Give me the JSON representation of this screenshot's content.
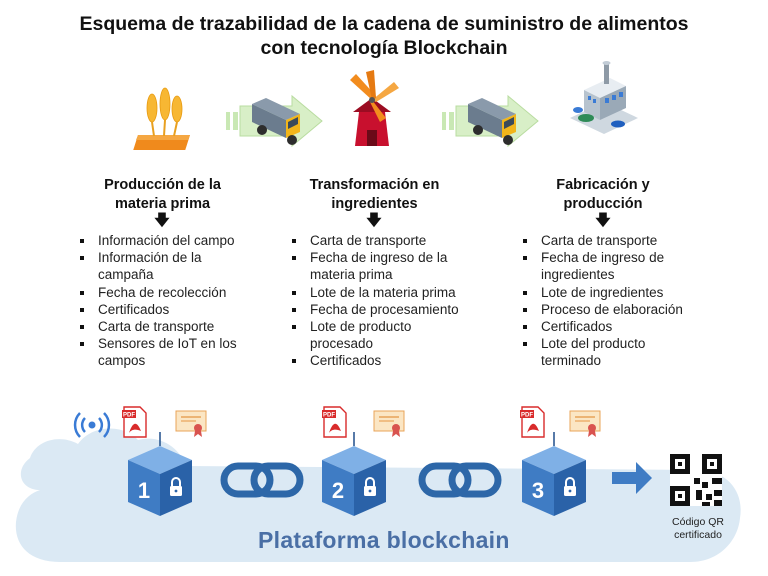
{
  "title": {
    "line1": "Esquema de trazabilidad de la cadena de suministro de alimentos",
    "line2": "con tecnología Blockchain"
  },
  "stages": [
    {
      "heading1": "Producción de la",
      "heading2": "materia prima",
      "icon": "wheat-field-icon",
      "items": [
        "Información del campo",
        "Información de la campaña",
        "Fecha de recolección",
        "Certificados",
        "Carta de transporte",
        "Sensores de IoT en los campos"
      ],
      "block_number": "1"
    },
    {
      "heading1": "Transformación en",
      "heading2": "ingredientes",
      "icon": "windmill-icon",
      "items": [
        "Carta de transporte",
        "Fecha de ingreso de la materia prima",
        "Lote de la materia prima",
        "Fecha de procesamiento",
        "Lote de producto procesado",
        "Certificados"
      ],
      "block_number": "2"
    },
    {
      "heading1": "Fabricación y",
      "heading2": "producción",
      "icon": "factory-icon",
      "items": [
        "Carta de transporte",
        "Fecha de ingreso de ingredientes",
        "Lote de ingredientes",
        "Proceso de elaboración",
        "Certificados",
        "Lote del producto terminado"
      ],
      "block_number": "3"
    }
  ],
  "doc_icons": {
    "pdf_label": "PDF"
  },
  "platform": {
    "label": "Plataforma blockchain"
  },
  "qr": {
    "label_line1": "Código QR",
    "label_line2": "certificado"
  },
  "colors": {
    "cloud": "#dbe9f4",
    "block_blue": "#3f7cc4",
    "chain_blue": "#2d67a8",
    "arrow_green": "#c9e8b4",
    "pdf_red": "#d92b2b",
    "platform_text": "#4a6fa5"
  }
}
